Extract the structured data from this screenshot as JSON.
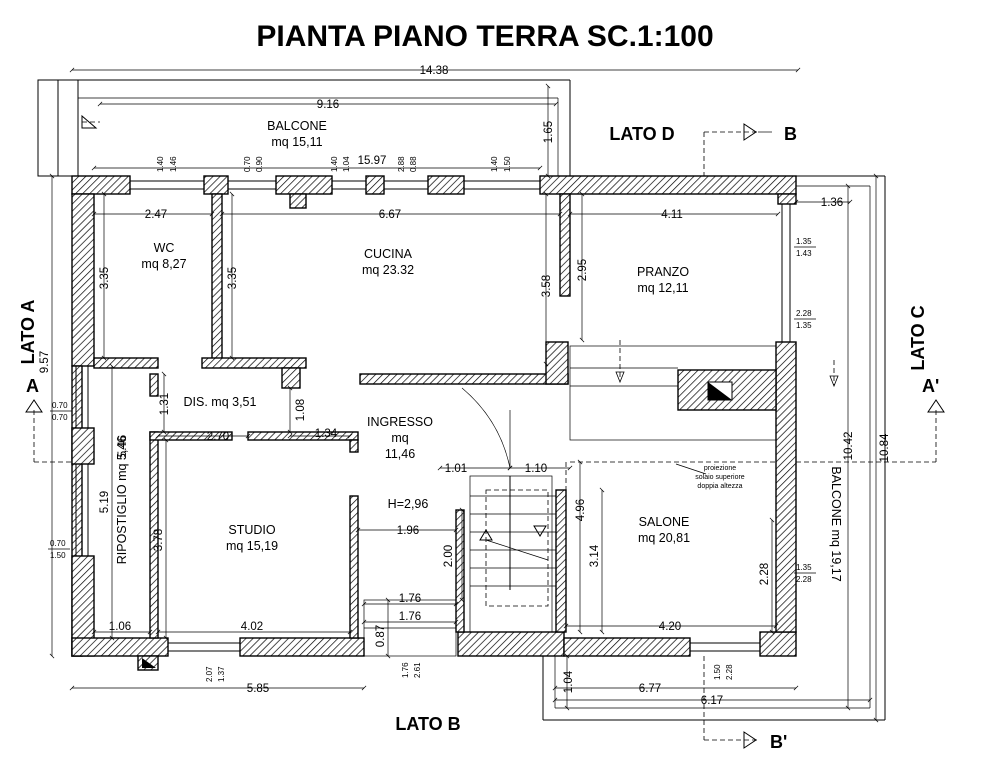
{
  "title": "PIANTA PIANO TERRA SC.1:100",
  "sides": {
    "a": "LATO A",
    "b": "LATO B",
    "c": "LATO C",
    "d": "LATO D"
  },
  "sections": {
    "a": "A",
    "a_prime": "A'",
    "b": "B",
    "b_prime": "B'"
  },
  "rooms": {
    "balcone_top": {
      "name": "BALCONE",
      "area": "mq 15,11"
    },
    "wc": {
      "name": "WC",
      "area": "mq 8,27"
    },
    "cucina": {
      "name": "CUCINA",
      "area": "mq 23.32"
    },
    "pranzo": {
      "name": "PRANZO",
      "area": "mq 12,11"
    },
    "dis": {
      "name": "DIS. mq 3,51"
    },
    "ingresso": {
      "name": "INGRESSO",
      "unit": "mq",
      "area": "11,46"
    },
    "height": "H=2,96",
    "ripostiglio": "RIPOSTIGLIO mq 5,46",
    "studio": {
      "name": "STUDIO",
      "area": "mq 15,19"
    },
    "salone": {
      "name": "SALONE",
      "area": "mq 20,81"
    },
    "balcone_right": "BALCONE mq 19,17"
  },
  "note": {
    "line1": "proiezione",
    "line2": "solaio superiore",
    "line3": "doppia altezza"
  },
  "dimensions": {
    "total_width": "14.38",
    "balcone_width": "9.16",
    "balcone_depth": "1.65",
    "front": "15.97",
    "wc_width": "2.47",
    "cucina_width": "6.67",
    "pranzo_width": "4.11",
    "right_balcony": "1.36",
    "wc_h": "3.35",
    "cucina_h": "3.35",
    "cucina_h2": "3.58",
    "pranzo_h": "2.95",
    "left_total": "9.57",
    "rip_h": "5.46",
    "dis_h": "1.31",
    "ing_h": "1.08",
    "corr_w": "2.70",
    "corr_w2": "1.34",
    "ing_w1": "1.01",
    "ing_w2": "1.10",
    "rip_h2": "5.19",
    "studio_h": "3.78",
    "stair_w": "1.96",
    "stair_h": "2.00",
    "salone_h": "4.96",
    "salone_h2": "3.14",
    "salone_h3": "2.28",
    "step_w1": "1.76",
    "step_w2": "1.76",
    "rip_w": "1.06",
    "studio_w": "4.02",
    "sill": "0.87",
    "salone_w": "4.20",
    "bottom_left": "5.85",
    "bottom_right": "6.77",
    "bottom_right2": "6.17",
    "bal_depth_bottom": "1.04",
    "right_h": "10.42",
    "right_h2": "10.84"
  },
  "window_labels": {
    "w1a": "1.40",
    "w1b": "1.46",
    "w2a": "0.70",
    "w2b": "0.90",
    "w3a": "1.40",
    "w3b": "1.04",
    "w4a": "2.88",
    "w4b": "0.88",
    "w5a": "1.40",
    "w5b": "1.50",
    "p1a": "1.35",
    "p1b": "1.43",
    "p2a": "2.28",
    "p2b": "1.35",
    "s1a": "1.35",
    "s1b": "2.28",
    "l1a": "0.70",
    "l1b": "0.70",
    "l2a": "0.70",
    "l2b": "1.50",
    "b1a": "2.07",
    "b1b": "1.37",
    "b2a": "1.76",
    "b2b": "2.61",
    "b3a": "1.50",
    "b3b": "2.28"
  }
}
